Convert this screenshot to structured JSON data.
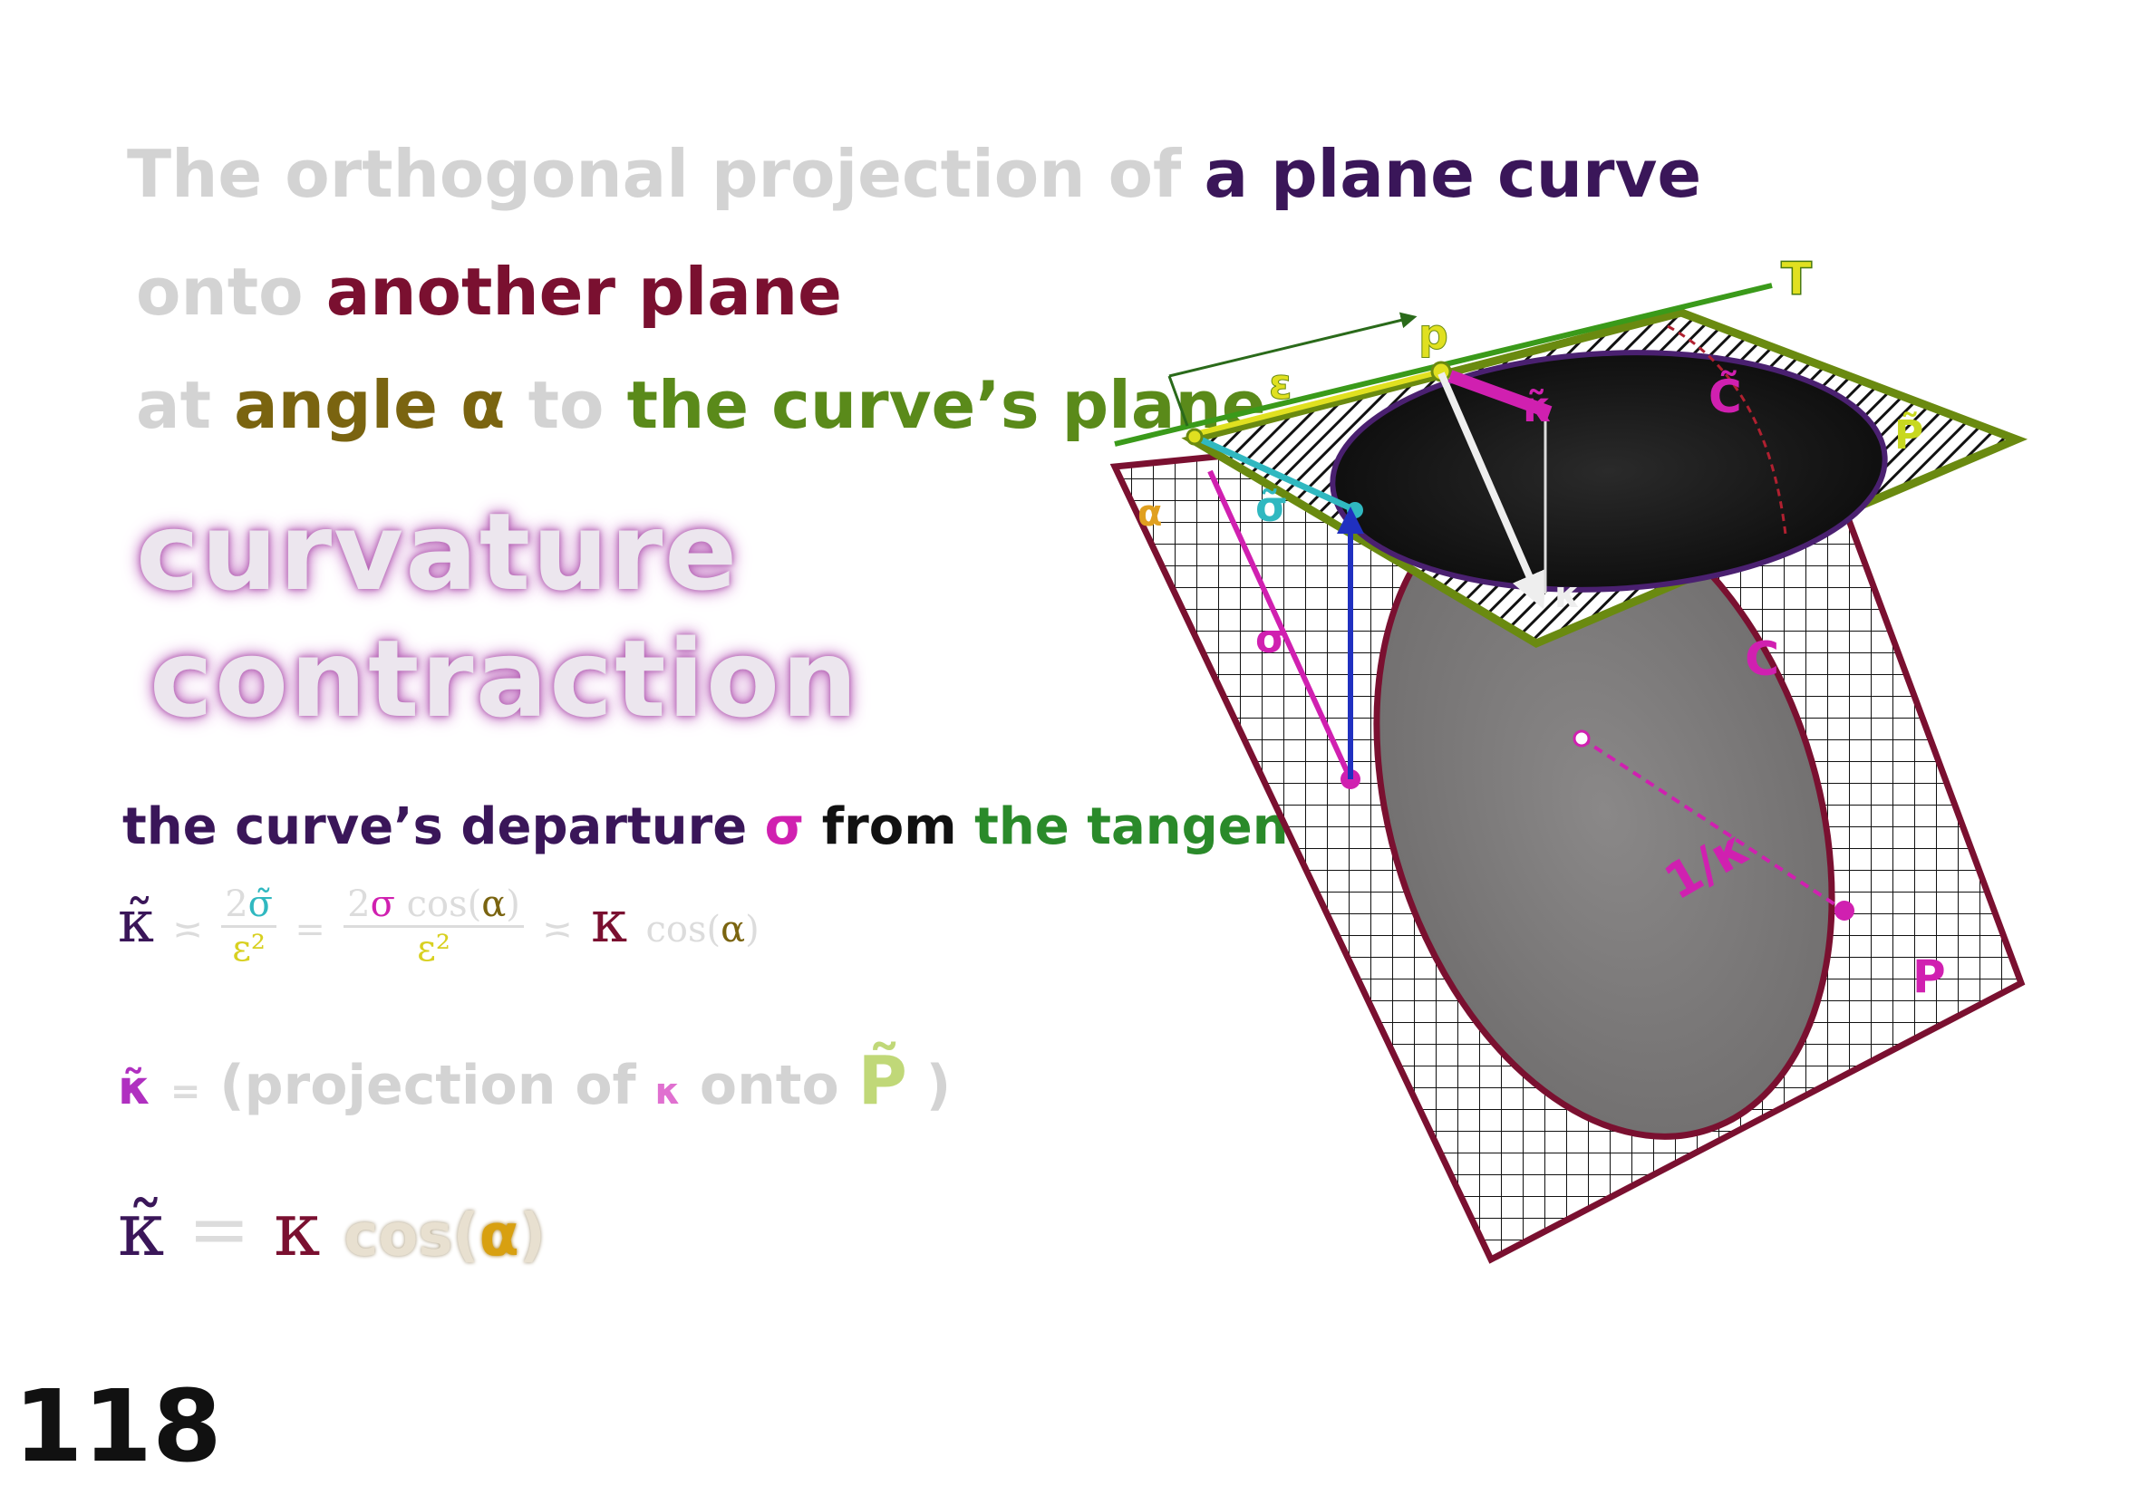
{
  "colors": {
    "grey": "#d3d3d3",
    "purple": "#3a1659",
    "maroon": "#7a1030",
    "olive": "#7a6410",
    "green": "#5a8a1a",
    "magenta": "#d020b0",
    "cyan": "#30b8c0",
    "yellow": "#d8d020",
    "blue": "#2030c0",
    "orange": "#e0a020"
  },
  "intro": {
    "line1_grey": "The orthogonal projection of",
    "line1_color": "a plane curve",
    "line2_grey": "onto",
    "line2_color": "another plane",
    "line3_grey1": "at",
    "line3_angle": "angle α",
    "line3_grey2": "to",
    "line3_plane": "the curve’s plane"
  },
  "title": {
    "line1": "curvature",
    "line2": "contraction"
  },
  "departure": {
    "part1": "the curve’s departure",
    "sigma": "σ",
    "from": "from",
    "tangent": "the tangent",
    "t": "T"
  },
  "formula1": {
    "lhs": "κ̃",
    "approx": "≍",
    "two": "2",
    "sigma_tilde": "σ̃",
    "eps2": "ε²",
    "eq": "=",
    "two_b": "2",
    "sigma": "σ",
    "cos": "cos(",
    "alpha": "α",
    "close": ")",
    "kappa": "κ",
    "cos2": "cos(",
    "alpha2": "α",
    "close2": ")"
  },
  "formula2": {
    "kt": "κ̃",
    "eq": "=",
    "open": "(projection of",
    "k": "κ",
    "onto": "onto",
    "p": "P̃",
    "close": ")"
  },
  "formula3": {
    "lhs": "κ̃",
    "eq": "=",
    "k": "κ",
    "cos": "cos(",
    "alpha": "α",
    "close": ")"
  },
  "page_number": "118",
  "diagram_labels": {
    "T": "T",
    "p": "p",
    "epsilon": "ε",
    "sigma_tilde": "σ̃",
    "alpha_label": "α",
    "c_tilde": "C̃",
    "kappa_tilde": "κ̃",
    "kappa": "κ",
    "P_tilde": "P̃",
    "C": "C",
    "P": "P",
    "sigma": "σ",
    "inv_k": "1/κ"
  }
}
